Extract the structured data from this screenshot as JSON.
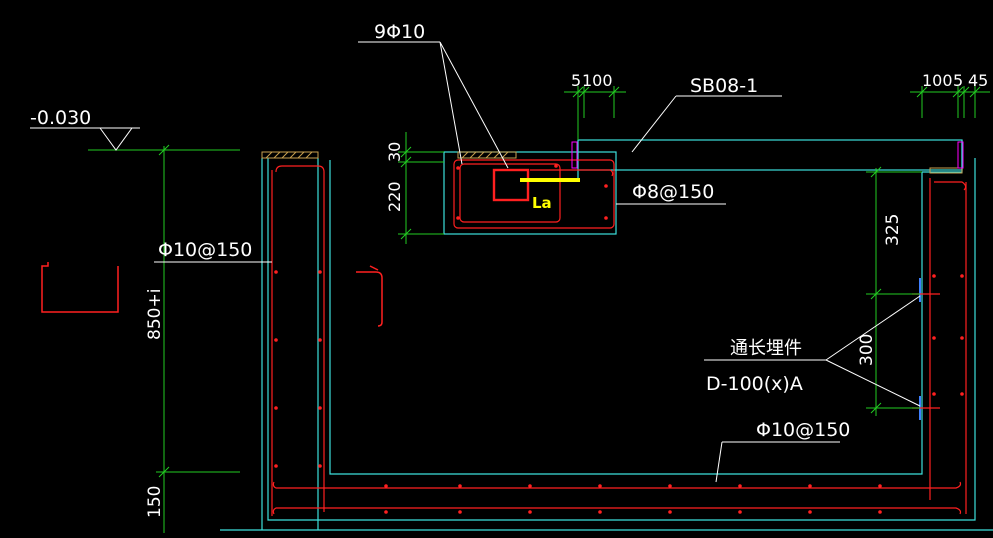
{
  "labels": {
    "elevation": "-0.030",
    "top_bars": "9Φ10",
    "dim_5": "5",
    "dim_100": "100",
    "slab_id": "SB08-1",
    "dim_100b": "100",
    "dim_5b": "5",
    "dim_45": "45",
    "dim_30": "30",
    "dim_220": "220",
    "stirrup": "Φ8@150",
    "la": "La",
    "wall_bar_left": "Φ10@150",
    "dim_850i": "850+i",
    "dim_150": "150",
    "dim_325": "325",
    "dim_300": "300",
    "embed_name": "通长埋件",
    "embed_code": "D-100(x)A",
    "bottom_bar": "Φ10@150"
  },
  "colors": {
    "background": "#000000",
    "cyan": "#3ce0dc",
    "red": "#ff2020",
    "green": "#22cc22",
    "white": "#ffffff",
    "yellow": "#ffff00",
    "magenta": "#ff00ff",
    "orange": "#c8a050",
    "blue": "#4080ff"
  }
}
